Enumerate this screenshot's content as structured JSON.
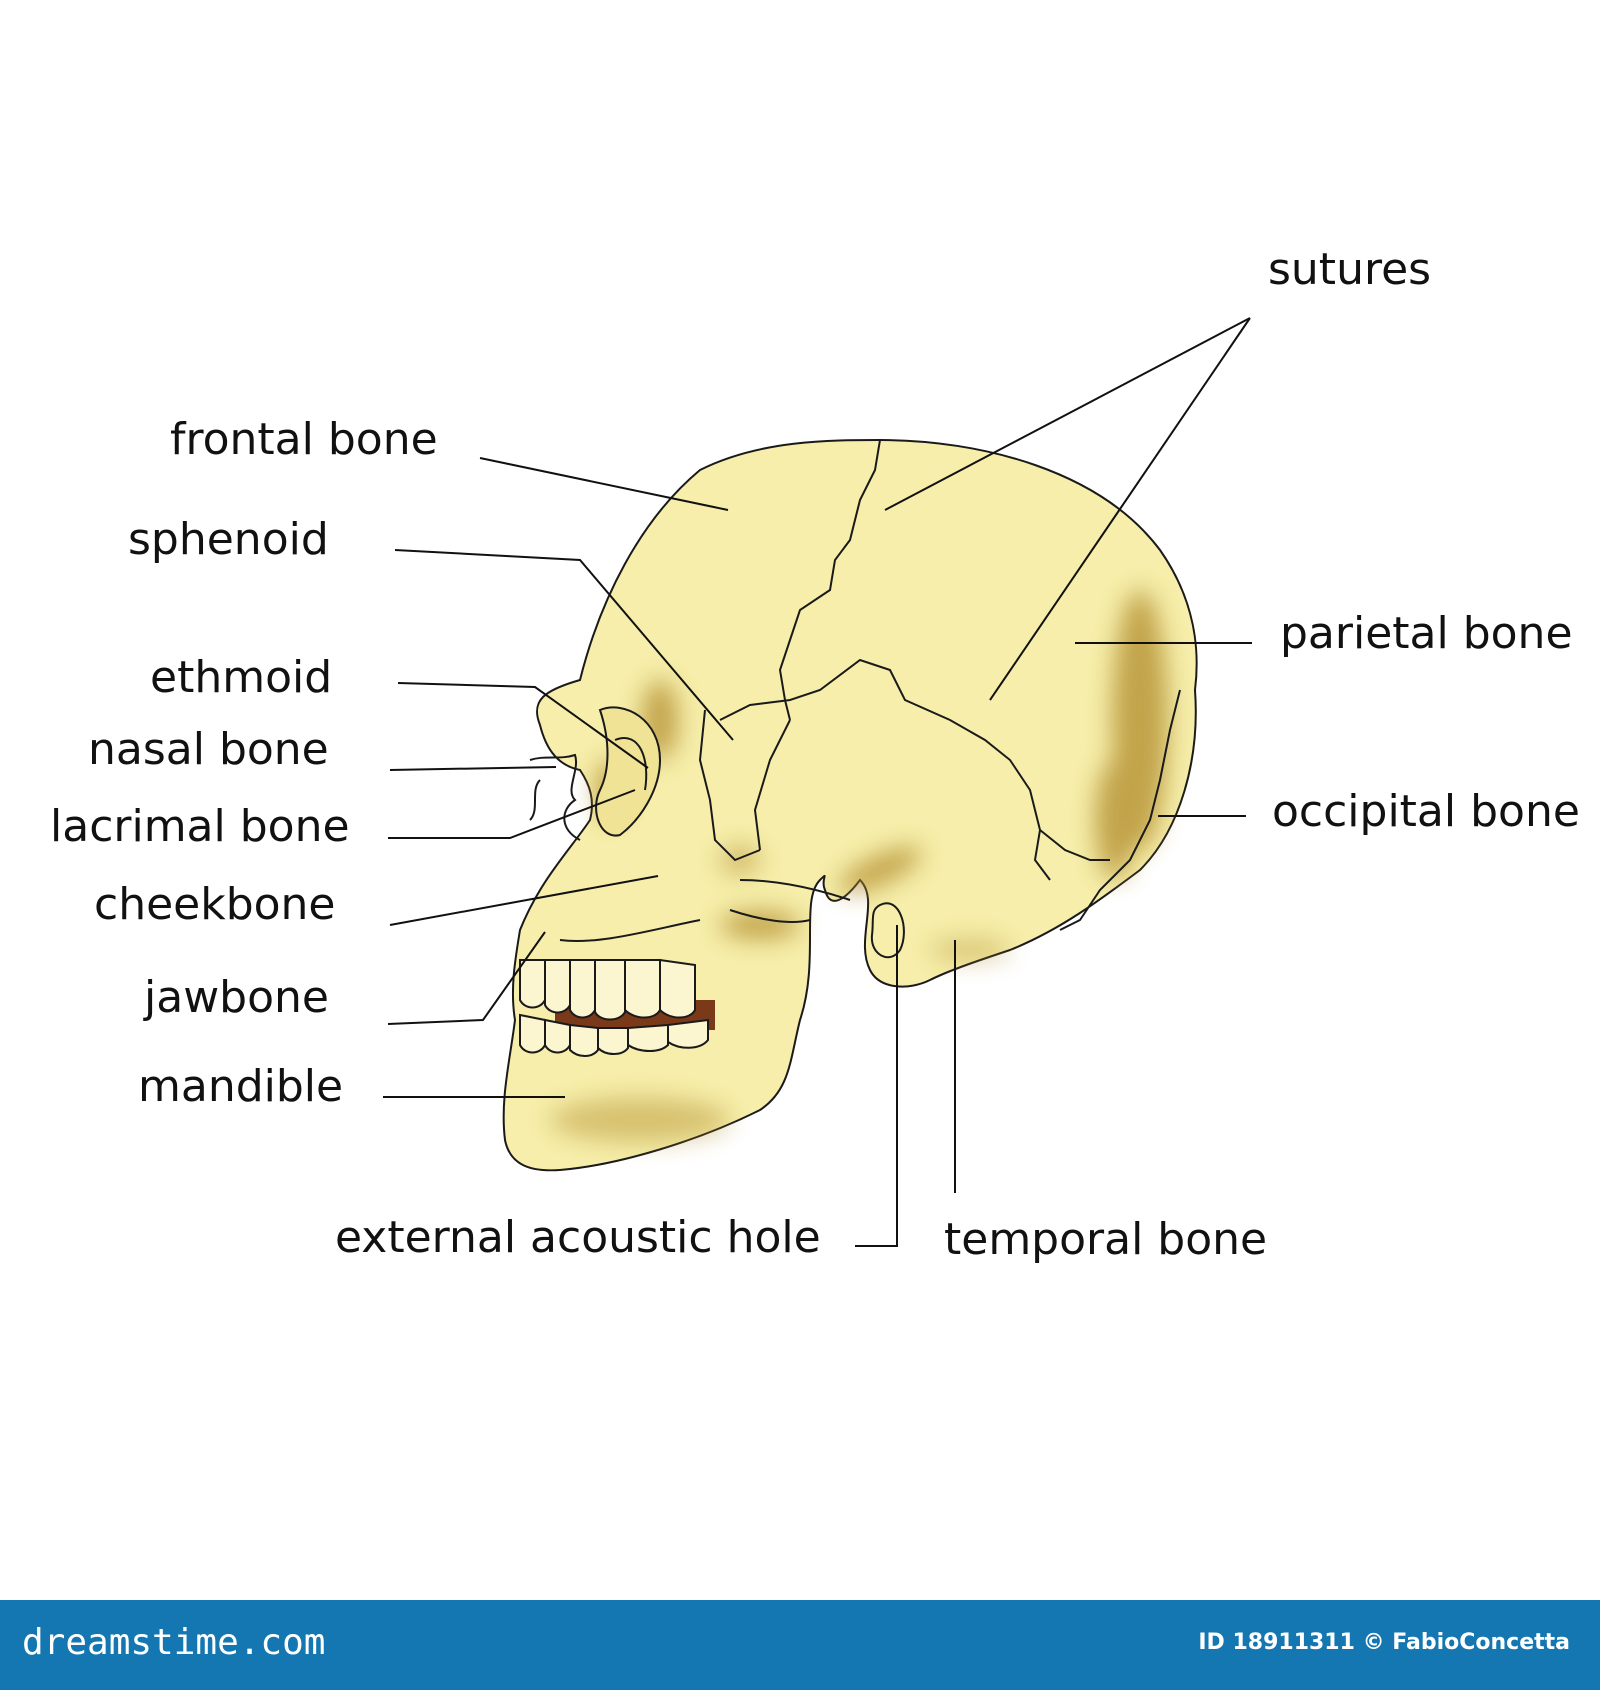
{
  "labels": {
    "sutures": "sutures",
    "frontal_bone": "frontal bone",
    "sphenoid": "sphenoid",
    "ethmoid": "ethmoid",
    "nasal_bone": "nasal bone",
    "lacrimal_bone": "lacrimal bone",
    "cheekbone": "cheekbone",
    "jawbone": "jawbone",
    "mandible": "mandible",
    "parietal_bone": "parietal bone",
    "occipital_bone": "occipital bone",
    "external_acoustic_hole": "external acoustic hole",
    "temporal_bone": "temporal bone"
  },
  "footer": {
    "brand": "dreamstime.com",
    "credit": "ID 18911311 © FabioConcetta"
  },
  "colors": {
    "bone": "#f6eeaa",
    "shadow": "#b08a2a",
    "outline": "#1a1a1a",
    "mouth": "#7a3a1a",
    "footer": "#1477b1"
  }
}
